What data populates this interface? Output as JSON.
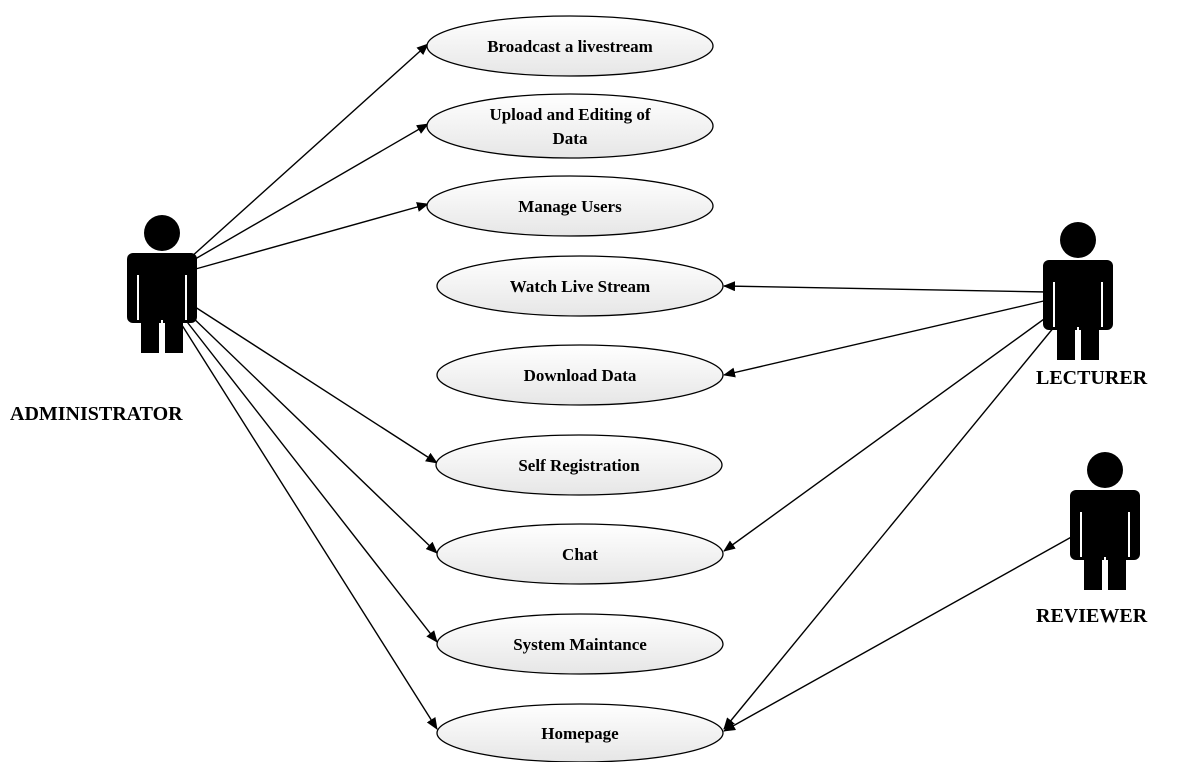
{
  "actors": [
    {
      "id": "administrator",
      "label": "ADMINISTRATOR"
    },
    {
      "id": "lecturer",
      "label": "LECTURER"
    },
    {
      "id": "reviewer",
      "label": "REVIEWER"
    }
  ],
  "use_cases": [
    {
      "id": "broadcast",
      "lines": [
        "Broadcast a livestream"
      ]
    },
    {
      "id": "upload",
      "lines": [
        "Upload and Editing of",
        "Data"
      ]
    },
    {
      "id": "manage",
      "lines": [
        "Manage Users"
      ]
    },
    {
      "id": "watch",
      "lines": [
        "Watch Live Stream"
      ]
    },
    {
      "id": "download",
      "lines": [
        "Download Data"
      ]
    },
    {
      "id": "selfreg",
      "lines": [
        "Self Registration"
      ]
    },
    {
      "id": "chat",
      "lines": [
        "Chat"
      ]
    },
    {
      "id": "maint",
      "lines": [
        "System Maintance"
      ]
    },
    {
      "id": "home",
      "lines": [
        "Homepage"
      ]
    }
  ],
  "associations": [
    {
      "from": "administrator",
      "to": "broadcast"
    },
    {
      "from": "administrator",
      "to": "upload"
    },
    {
      "from": "administrator",
      "to": "manage"
    },
    {
      "from": "administrator",
      "to": "selfreg"
    },
    {
      "from": "administrator",
      "to": "chat"
    },
    {
      "from": "administrator",
      "to": "maint"
    },
    {
      "from": "administrator",
      "to": "home"
    },
    {
      "from": "lecturer",
      "to": "watch"
    },
    {
      "from": "lecturer",
      "to": "download"
    },
    {
      "from": "lecturer",
      "to": "chat"
    },
    {
      "from": "lecturer",
      "to": "home"
    },
    {
      "from": "reviewer",
      "to": "home"
    }
  ]
}
